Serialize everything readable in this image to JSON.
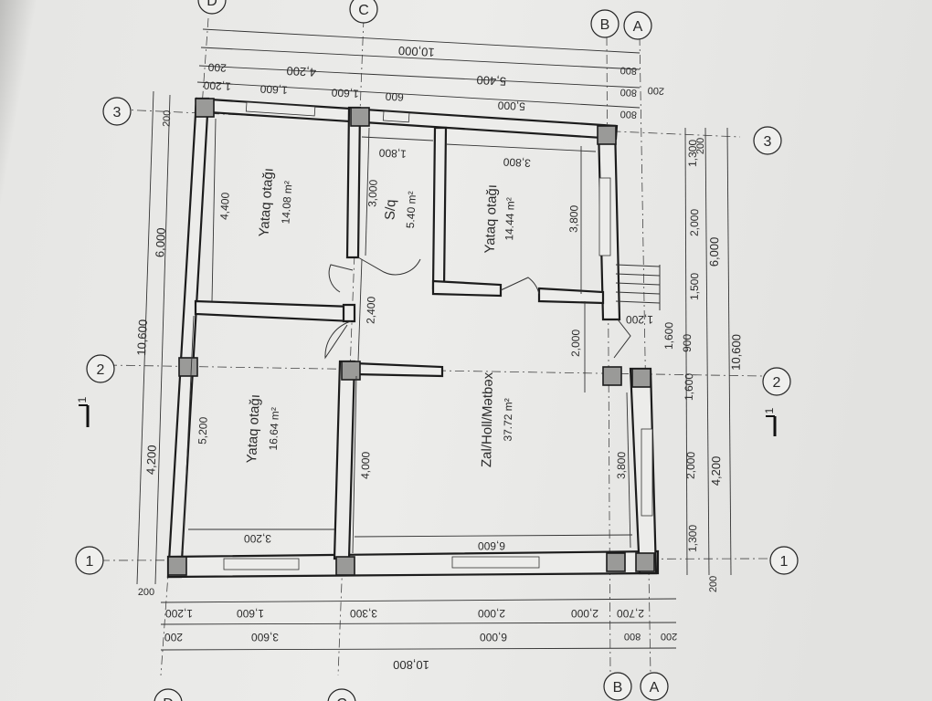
{
  "axes": {
    "n1": "1",
    "n2": "2",
    "n3": "3",
    "A": "A",
    "B": "B",
    "C": "C",
    "D": "D"
  },
  "section_mark": "1",
  "rooms": {
    "bed_top": {
      "name": "Yataq otağı",
      "area": "14.08 m²"
    },
    "bed_left": {
      "name": "Yataq otağı",
      "area": "16.64 m²"
    },
    "bathroom": {
      "name": "S/q",
      "area": "5.40 m²"
    },
    "bed_right": {
      "name": "Yataq otağı",
      "area": "14.44 m²"
    },
    "hall": {
      "name": "Zal/Holl/Mətbəx",
      "area": "37.72 m²"
    }
  },
  "dims": {
    "top_total": "10,000",
    "top_row2": [
      "200",
      "4,200",
      "5,400"
    ],
    "top_row3": [
      "1,200",
      "1,600",
      "1,600",
      "600",
      "5,000"
    ],
    "right_chain": [
      "800",
      "800",
      "800",
      "200"
    ],
    "left_total": "10,600",
    "left_parts": [
      "6,000",
      "4,200"
    ],
    "left_small": [
      "200",
      "200"
    ],
    "bottom_total": "10,800",
    "bottom_row2": [
      "200",
      "3,600",
      "6,000"
    ],
    "bottom_row1": [
      "1,200",
      "1,600",
      "3,300",
      "2,000",
      "2,000",
      "2,700"
    ],
    "bottom_small": [
      "200",
      "800",
      "200"
    ],
    "right_total": "10,600",
    "right_parts": [
      "6,000",
      "4,200"
    ],
    "right_row1": [
      "1,300",
      "2,000",
      "1,500",
      "1,200",
      "1,600",
      "900",
      "1,600",
      "2,000",
      "1,300"
    ],
    "right_small": [
      "200",
      "200"
    ],
    "inner": {
      "d4400": "4,400",
      "d5200": "5,200",
      "d3000": "3,000",
      "d1800": "1,800",
      "d3800a": "3,800",
      "d3800b": "3,800",
      "d2400": "2,400",
      "d4000": "4,000",
      "d2000": "2,000",
      "d3800c": "3,800",
      "d3200": "3,200",
      "d6600": "6,600"
    }
  }
}
